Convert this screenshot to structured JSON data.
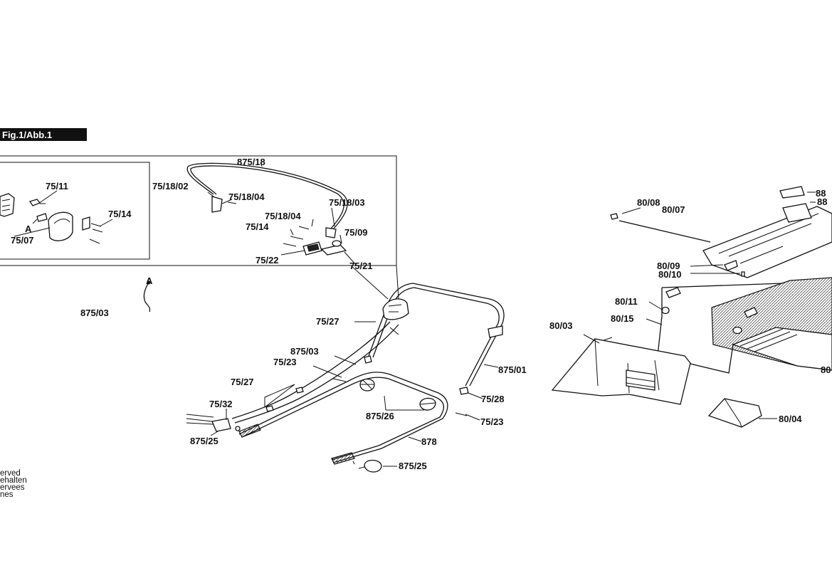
{
  "figure": {
    "title": "Fig.1/Abb.1"
  },
  "rights_notice": [
    "erved",
    "ehalten",
    "ervees",
    "nes"
  ],
  "labels": {
    "l875_18": "875/18",
    "l75_18_02": "75/18/02",
    "l75_18_04_a": "75/18/04",
    "l75_18_03": "75/18/03",
    "l75_18_04_b": "75/18/04",
    "l75_14_a": "75/14",
    "l75_09": "75/09",
    "l75_21": "75/21",
    "l75_22": "75/22",
    "l75_11": "75/11",
    "l75_14_b": "75/14",
    "lA_a": "A",
    "l75_07": "75/07",
    "lA_b": "A",
    "l875_03_a": "875/03",
    "l75_27_a": "75/27",
    "l875_03_b": "875/03",
    "l75_23_a": "75/23",
    "l875_01": "875/01",
    "l75_27_b": "75/27",
    "l75_28": "75/28",
    "l75_32": "75/32",
    "l875_26": "875/26",
    "l75_23_b": "75/23",
    "l875_25_a": "875/25",
    "l878": "878",
    "l875_25_b": "875/25",
    "l80_08": "80/08",
    "l80_07": "80/07",
    "l88_a": "88",
    "l88_b": "88",
    "l80_09": "80/09",
    "l80_10": "80/10",
    "l80_11": "80/11",
    "l80_15": "80/15",
    "l80_03": "80/03",
    "l80_right": "80",
    "l80_04": "80/04"
  }
}
